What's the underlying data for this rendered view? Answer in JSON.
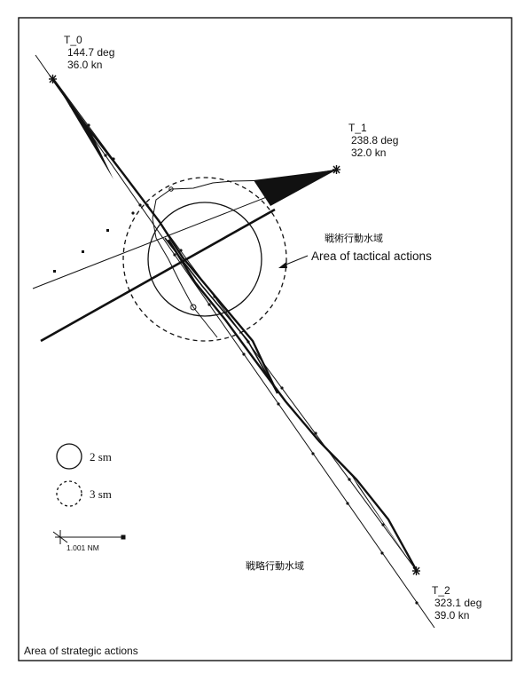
{
  "ships": [
    {
      "id": "T_0",
      "course": "144.7 deg",
      "speed": "36.0 kn"
    },
    {
      "id": "T_1",
      "course": "238.8 deg",
      "speed": "32.0 kn"
    },
    {
      "id": "T_2",
      "course": "323.1 deg",
      "speed": "39.0 kn"
    }
  ],
  "tactical_area": {
    "label_jp": "戦術行動水域",
    "label_en": "Area of tactical actions"
  },
  "strategic_area": {
    "label_jp": "戦略行動水域",
    "label_en": "Area of strategic actions"
  },
  "legend": {
    "circle_2": "2 sm",
    "circle_3": "3 sm",
    "scale": "1.001 NM"
  }
}
